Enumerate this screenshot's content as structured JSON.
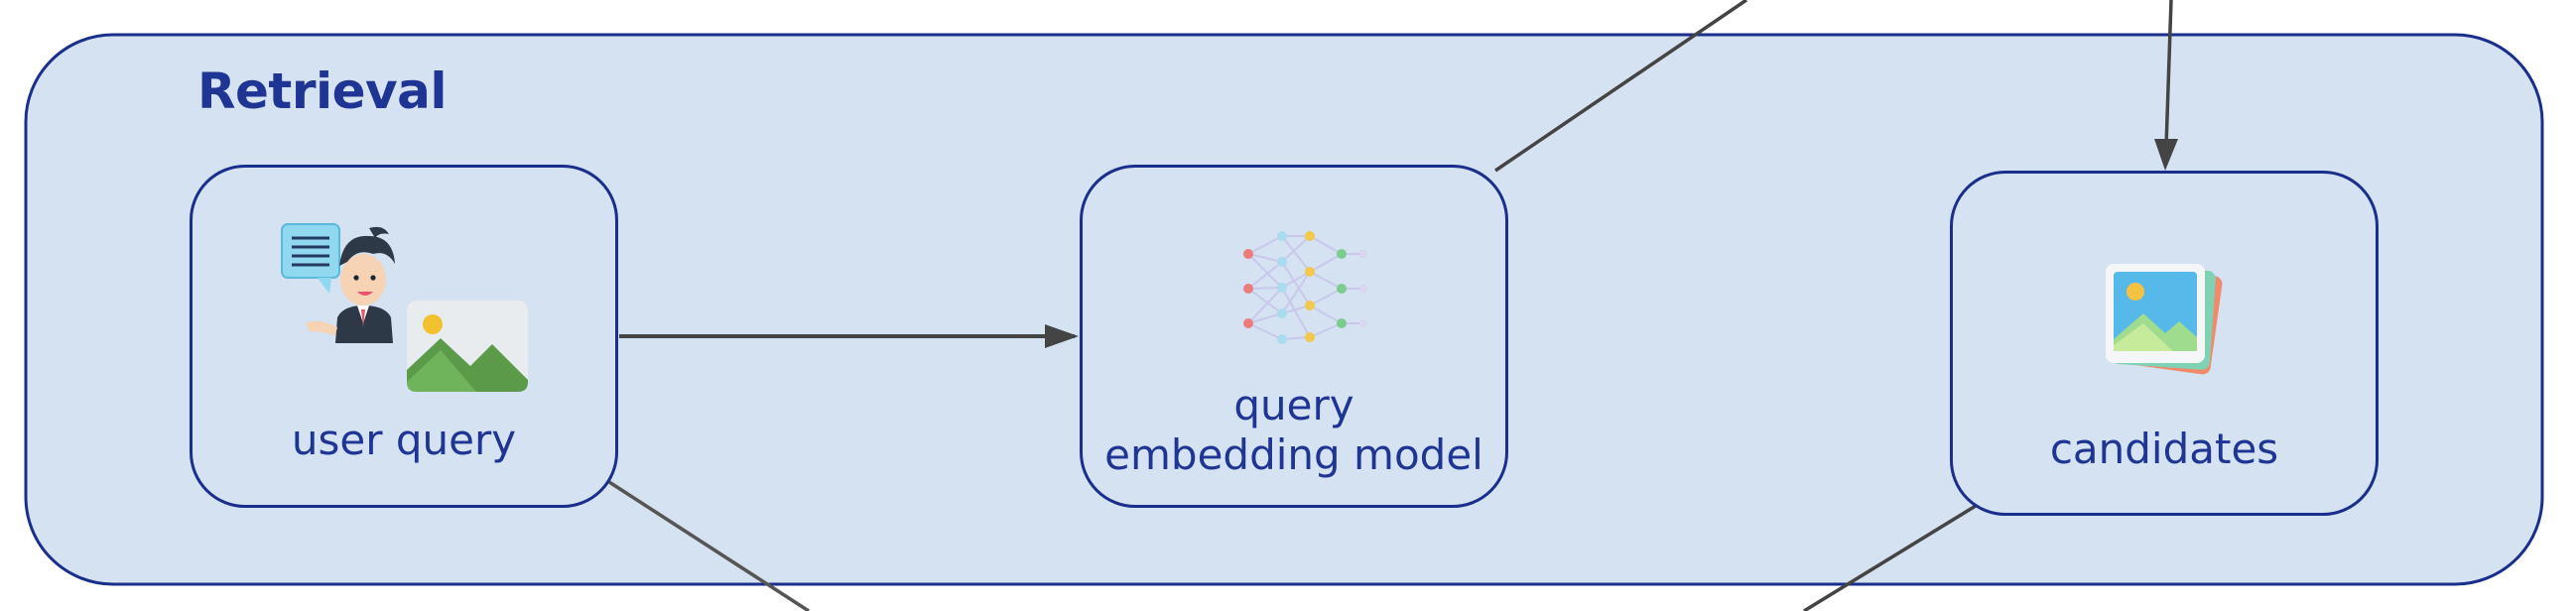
{
  "colors": {
    "group_fill": "#d4e2f1",
    "border": "#1a2f8c",
    "text": "#1f3593",
    "edge": "#444444"
  },
  "group": {
    "title": "Retrieval"
  },
  "nodes": {
    "user_query": {
      "label": "user query",
      "icons": [
        "person-with-speech-bubble-icon",
        "landscape-image-icon"
      ]
    },
    "embedding_model": {
      "label_line1": "query",
      "label_line2": "embedding model",
      "icons": [
        "neural-network-icon"
      ]
    },
    "candidates": {
      "label": "candidates",
      "icons": [
        "photo-stack-icon"
      ]
    }
  },
  "edges": [
    {
      "from": "user_query",
      "to": "embedding_model",
      "arrow": true
    },
    {
      "from": "embedding_model",
      "to": "off-canvas-top",
      "arrow": false
    },
    {
      "from": "off-canvas-top",
      "to": "candidates",
      "arrow": true
    },
    {
      "from": "user_query",
      "to": "off-canvas-bottom",
      "arrow": false
    },
    {
      "from": "candidates",
      "to": "off-canvas-bottom",
      "arrow": false
    }
  ]
}
